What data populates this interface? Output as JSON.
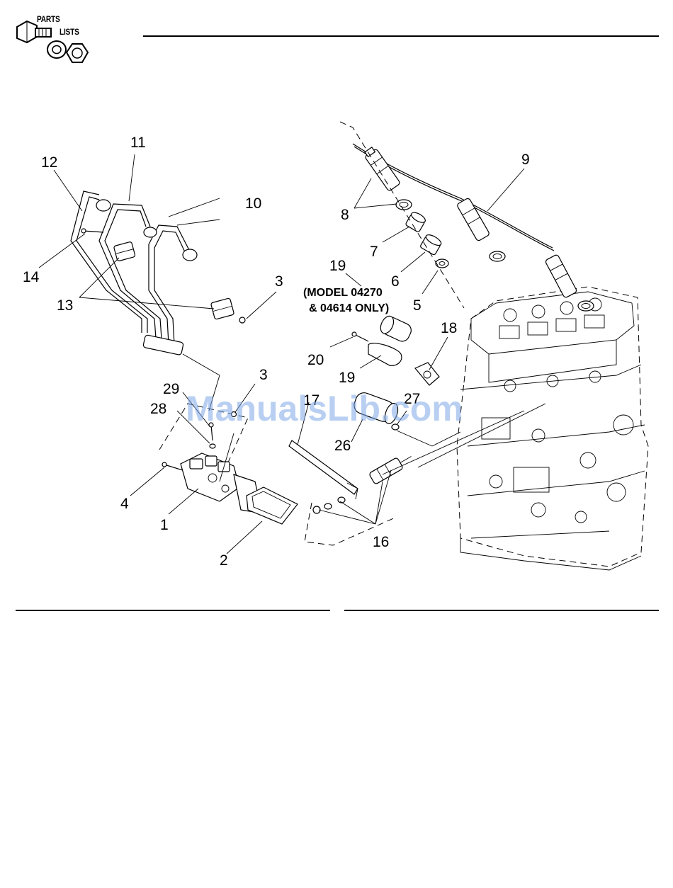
{
  "header": {
    "logo_line1": "PARTS",
    "logo_line2": "LISTS",
    "logo_icon": "bolt-washer-nut-icon"
  },
  "diagram": {
    "callouts": {
      "c1": "1",
      "c2": "2",
      "c3a": "3",
      "c3b": "3",
      "c4": "4",
      "c5": "5",
      "c6": "6",
      "c7": "7",
      "c8": "8",
      "c9": "9",
      "c10": "10",
      "c11": "11",
      "c12": "12",
      "c13": "13",
      "c14": "14",
      "c16": "16",
      "c17": "17",
      "c18": "18",
      "c19a": "19",
      "c19b": "19",
      "c20": "20",
      "c26": "26",
      "c27": "27",
      "c28": "28",
      "c29": "29"
    },
    "note_line1": "(MODEL 04270",
    "note_line2": "& 04614 ONLY)",
    "watermark": "ManualsLib.com"
  }
}
